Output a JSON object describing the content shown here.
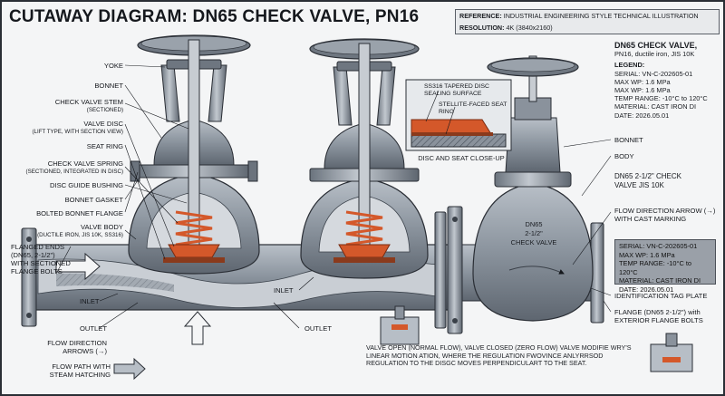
{
  "title": "CUTAWAY DIAGRAM: DN65 CHECK VALVE, PN16",
  "reference": {
    "label": "REFERENCE:",
    "value": "INDUSTRIAL ENGINEERING STYLE TECHNICAL ILLUSTRATION",
    "res_label": "RESOLUTION:",
    "res_value": "4K (3840x2160)"
  },
  "left_labels": [
    {
      "text": "YOKE",
      "sub": ""
    },
    {
      "text": "BONNET",
      "sub": ""
    },
    {
      "text": "CHECK VALVE STEM",
      "sub": "(SECTIONED)"
    },
    {
      "text": "VALVE DISC",
      "sub": "(LIFT TYPE, WITH SECTION VIEW)"
    },
    {
      "text": "SEAT RING",
      "sub": ""
    },
    {
      "text": "CHECK VALVE SPRING",
      "sub": "(SECTIONED, INTEGRATED IN DISC)"
    },
    {
      "text": "DISC GUIDE BUSHING",
      "sub": ""
    },
    {
      "text": "BONNET GASKET",
      "sub": ""
    },
    {
      "text": "BOLTED BONNET FLANGE",
      "sub": ""
    },
    {
      "text": "VALVE BODY",
      "sub": "(DUCTILE IRON, JIS 10K, SS316)"
    },
    {
      "text": "FLANGED ENDS (DN65, 2-1/2\") WITH SECTIONED FLANGE BOLTS",
      "sub": ""
    }
  ],
  "bottom_labels": {
    "inlet_left": "INLET",
    "outlet_left": "OUTLET",
    "inlet_mid": "INLET",
    "outlet_mid": "OUTLET",
    "flow_dir": "FLOW DIRECTION ARROWS (→)",
    "flow_path": "FLOW PATH WITH STEAM HATCHING"
  },
  "closeup": {
    "callout1": "SS316 TAPERED DISC SEALING SURFACE",
    "callout2": "STELLITE-FACED SEAT RING",
    "caption": "DISC AND SEAT CLOSE-UP"
  },
  "legend": {
    "heading": "DN65 CHECK VALVE,",
    "subheading": "PN16, ductile iron, JIS 10K",
    "title": "LEGEND:",
    "items": [
      "SERIAL: VN-C-202605-01",
      "MAX WP: 1.6 MPa",
      "MAX WP: 1.6 MPa",
      "TEMP RANGE: -10°C to 120°C",
      "MATERIAL: CAST IRON DI",
      "DATE: 2026.05.01"
    ]
  },
  "right_labels": {
    "bonnet": "BONNET",
    "body": "BODY",
    "model": "DN65 2-1/2\" CHECK VALVE JIS 10K",
    "flow_arrow": "FLOW DIRECTION ARROW (→) WITH CAST MARKING",
    "tag_plate": "IDENTIFICATION TAG PLATE",
    "flange": "FLANGE (DN65 2-1/2\") with EXTERIOR FLANGE BOLTS"
  },
  "body_marking": [
    "DN65",
    "2-1/2\"",
    "CHECK VALVE"
  ],
  "tag": [
    "SERIAL: VN-C-202605-01",
    "MAX WP: 1.6 MPa",
    "TEMP RANGE: -10°C to 120°C",
    "MATERIAL: CAST IRON DI",
    "DATE: 2026.05.01"
  ],
  "note": "VALVE OPEN (NORMAL FLOW), VALVE CLOSED (ZERO FLOW) VALVE MODIFIE WRY'S LINEAR MOTION ATION, WHERE THE REGULATION FWOVINCE ANLYRRSOD REGULATION TO THE DISGC MOVES PERPENDICULART TO THE SEAT.",
  "colors": {
    "metal": "#7e8792",
    "metal_dark": "#4f5761",
    "metal_light": "#b7bec6",
    "accent": "#d4582a",
    "hatch": "#5a6470"
  }
}
